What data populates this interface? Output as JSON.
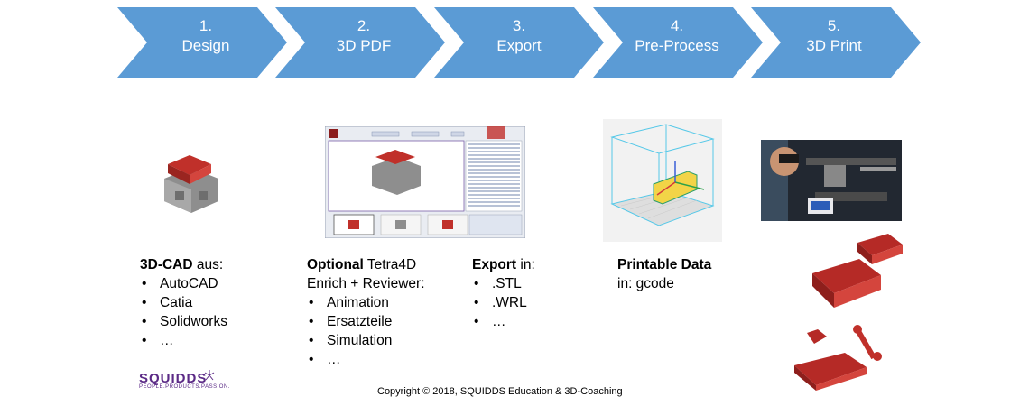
{
  "steps": [
    {
      "num": "1.",
      "label": "Design"
    },
    {
      "num": "2.",
      "label": "3D PDF"
    },
    {
      "num": "3.",
      "label": "Export"
    },
    {
      "num": "4.",
      "label": "Pre-Process"
    },
    {
      "num": "5.",
      "label": "3D Print"
    }
  ],
  "design": {
    "heading_bold": "3D-CAD",
    "heading_rest": " aus:",
    "items": [
      "AutoCAD",
      "Catia",
      "Solidworks",
      "…"
    ]
  },
  "pdf": {
    "heading_bold": "Optional",
    "heading_rest": " Tetra4D",
    "line2": "Enrich + Reviewer:",
    "items": [
      "Animation",
      "Ersatzteile",
      "Simulation",
      "…"
    ]
  },
  "export": {
    "heading_bold": "Export",
    "heading_rest": " in:",
    "items": [
      ".STL",
      ".WRL",
      "…"
    ]
  },
  "preprocess": {
    "heading_bold": "Printable Data",
    "line2": "in: gcode"
  },
  "logo": {
    "name": "SQUIDDS",
    "tagline": "PEOPLE.PRODUCTS.PASSION."
  },
  "footer": "Copyright © 2018, SQUIDDS Education & 3D-Coaching",
  "colors": {
    "chevron": "#5b9bd5",
    "engine_red": "#c0302a",
    "engine_grey": "#8e8e8e",
    "logo": "#5b2a86"
  },
  "icons": [
    "engine-icon",
    "pdf-viewer-screenshot",
    "slicer-preview",
    "3d-printer-photo",
    "printed-parts-icon"
  ]
}
